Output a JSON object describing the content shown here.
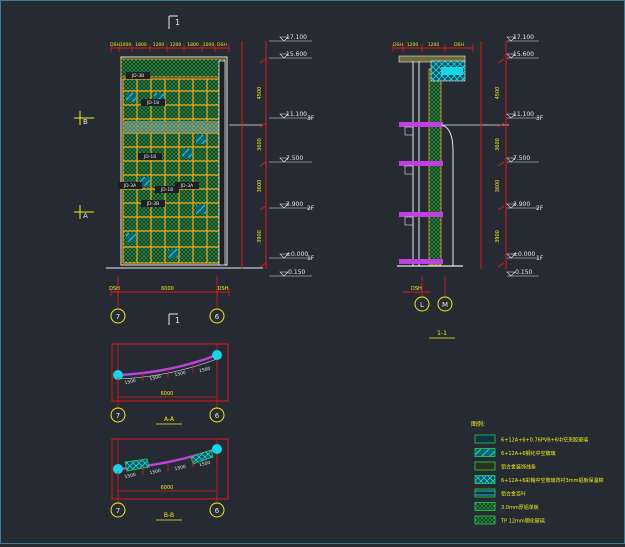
{
  "colors": {
    "background": "#262b33",
    "frame": "#3a7f93",
    "dim_red": "#e01818",
    "yellow": "#f2ee1a",
    "white": "#e8e8e8",
    "cyan": "#19d3e8",
    "orange": "#f2a21a",
    "magenta": "#c040e0",
    "green": "#2ad14a"
  },
  "elevation": {
    "section_mark": "1",
    "top_dims": [
      "DSH",
      "1000",
      "1800",
      "1200",
      "1200",
      "1800",
      "1000",
      "DSH"
    ],
    "levels": [
      {
        "value": "17.100",
        "floor": ""
      },
      {
        "value": "15.600",
        "floor": ""
      },
      {
        "value": "11.100",
        "floor": "3F"
      },
      {
        "value": "7.500",
        "floor": ""
      },
      {
        "value": "3.900",
        "floor": "2F"
      },
      {
        "value": "±0.000",
        "floor": "1F"
      },
      {
        "value": "-0.150",
        "floor": ""
      }
    ],
    "vert_dims": [
      "4500",
      "3600",
      "3600",
      "3900"
    ],
    "axis_left": "7",
    "axis_right": "6",
    "bottom_dims": [
      "DSH",
      "6000",
      "DSH"
    ],
    "side_marks": [
      "B",
      "A"
    ],
    "panel_tags": [
      "JD-3B",
      "JD-18",
      "JD-18",
      "JD-18",
      "JD-3A",
      "JD-3B",
      "JD-3A"
    ]
  },
  "section": {
    "title": "1-1",
    "axis_left": "L",
    "axis_right": "M",
    "top_dims": [
      "DSH",
      "1200",
      "1200",
      "DSH"
    ],
    "bottom_dim": "DSH",
    "vert_dims": [
      "4500",
      "3600",
      "3600",
      "3900"
    ]
  },
  "plan_aa": {
    "title": "A-A",
    "segment_dims": [
      "1500",
      "1500",
      "1500",
      "1500"
    ],
    "total": "6000",
    "axis_left": "7",
    "axis_right": "6"
  },
  "plan_bb": {
    "title": "B-B",
    "segment_dims": [
      "1500",
      "1500",
      "1500",
      "1500"
    ],
    "total": "6000",
    "axis_left": "7",
    "axis_right": "6"
  },
  "legend": {
    "title": "图例:",
    "items": [
      {
        "swatch": "panel",
        "text": "6+12A+6+0.76PVB+6中空夹胶玻璃"
      },
      {
        "swatch": "glass",
        "text": "6+12A+6钢化中空玻璃"
      },
      {
        "swatch": "solid",
        "text": "铝合金装饰线条"
      },
      {
        "swatch": "cross",
        "text": "6+12A+6彩釉中空玻璃背衬3mm铝板保温棉"
      },
      {
        "swatch": "lines",
        "text": "铝合金百叶"
      },
      {
        "swatch": "dots",
        "text": "3.0mm厚铝单板"
      },
      {
        "swatch": "dense",
        "text": "TP 12mm钢化玻璃"
      }
    ]
  }
}
